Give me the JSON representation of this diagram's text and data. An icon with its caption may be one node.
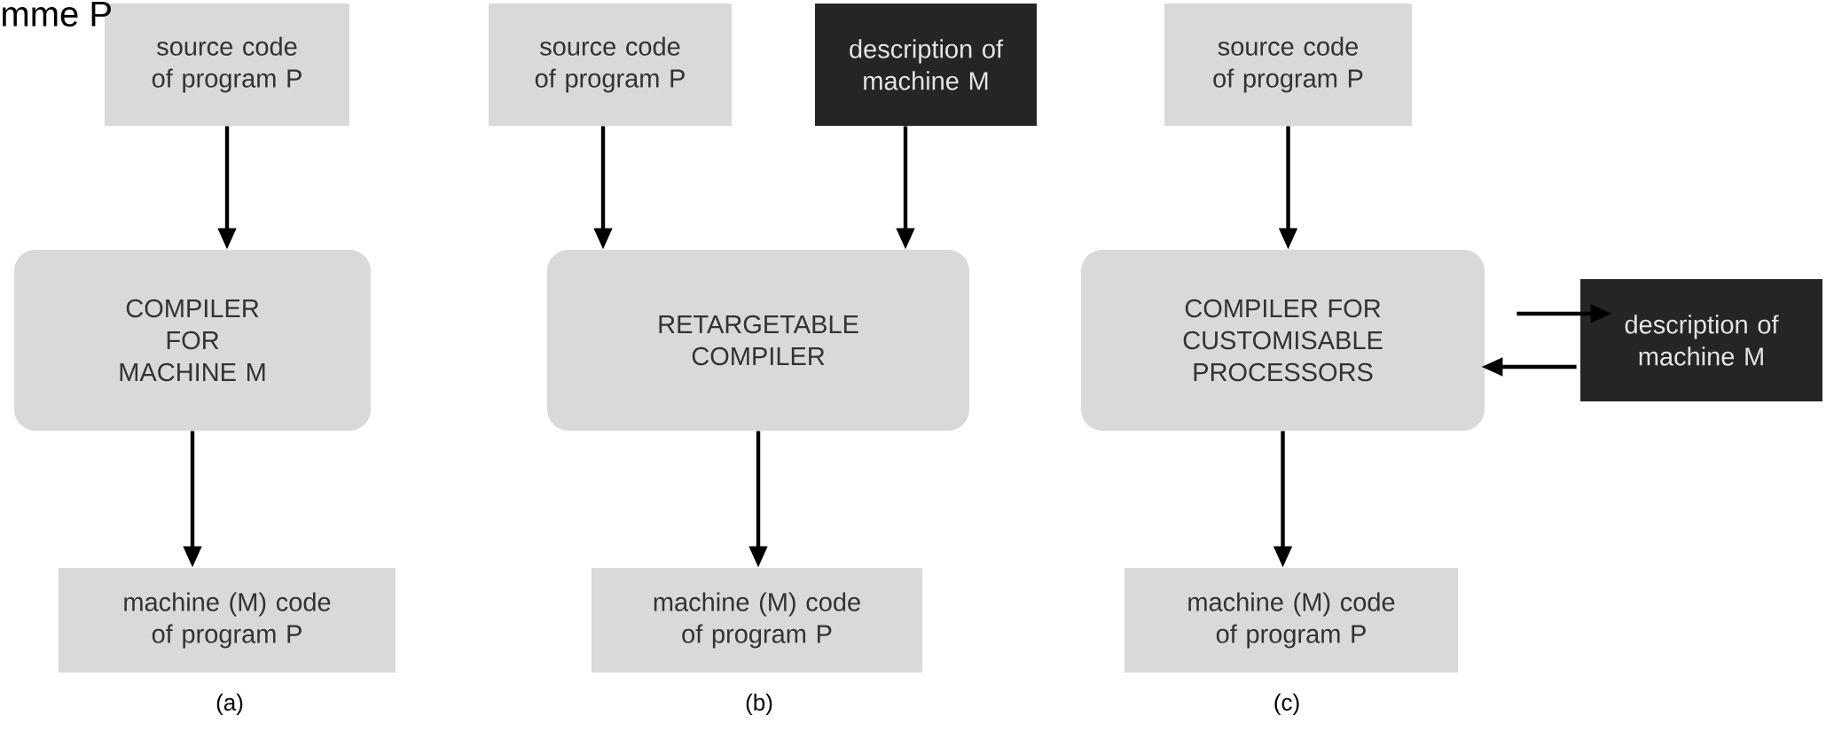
{
  "diagram": {
    "nodes": [
      {
        "text": [
          "source code of program P"
        ]
      },
      {
        "text": [
          "source code of program P"
        ]
      },
      {
        "text": [
          "description of machine M"
        ]
      },
      {
        "text": [
          "source code of program P"
        ]
      },
      {
        "text": [
          "COMPILER FOR MACHINE M"
        ]
      },
      {
        "text": [
          "RETARGETABLE COMPILER"
        ]
      },
      {
        "text": [
          "COMPILER FOR CUSTOMISABLE PROCESSORS"
        ]
      },
      {
        "text": [
          "description of machine M"
        ]
      },
      {
        "text": [
          "machine (M) code of program P"
        ]
      },
      {
        "text": [
          "machine (M) code of program P"
        ]
      },
      {
        "text": [
          "machine (M) code of program P"
        ]
      }
    ],
    "edges": [
      {
        "from": 0,
        "to": 4,
        "arrow": "to"
      },
      {
        "from": 1,
        "to": 5,
        "arrow": "to"
      },
      {
        "from": 2,
        "to": 5,
        "arrow": "to"
      },
      {
        "from": 3,
        "to": 6,
        "arrow": "to"
      },
      {
        "from": 6,
        "to": 7,
        "arrow": "to"
      },
      {
        "from": 7,
        "to": 6,
        "arrow": "to"
      },
      {
        "from": 4,
        "to": 8,
        "arrow": "to"
      },
      {
        "from": 5,
        "to": 9,
        "arrow": "to"
      },
      {
        "from": 6,
        "to": 10,
        "arrow": "to"
      }
    ],
    "labels": [
      "mme P",
      "(a)",
      "(b)",
      "(c)"
    ]
  }
}
